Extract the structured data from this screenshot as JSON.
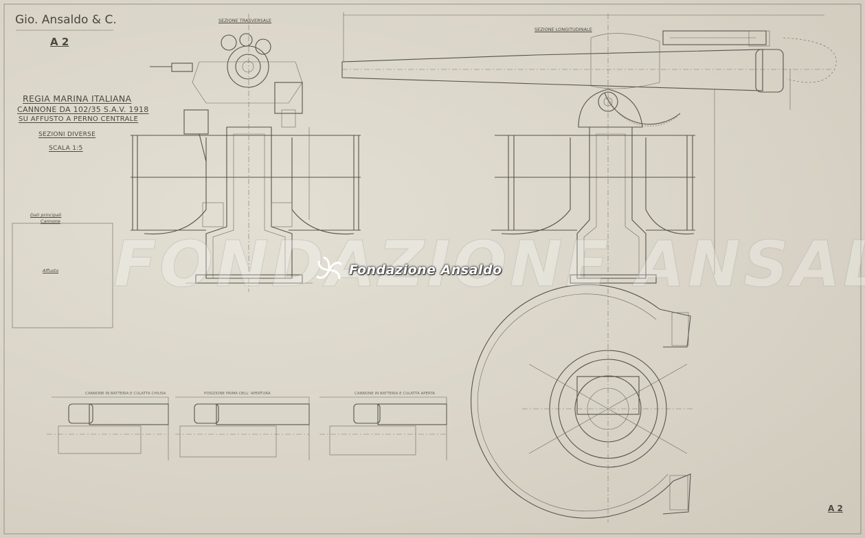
{
  "header": {
    "company": "Gio. Ansaldo & C.",
    "sheet": "A 2"
  },
  "title_block": {
    "line1": "REGIA MARINA ITALIANA",
    "line2": "CANNONE DA 102/35 S.A.V. 1918",
    "line3": "SU AFFUSTO A PERNO CENTRALE",
    "line4": "SEZIONI DIVERSE",
    "line5": "SCALA 1:5"
  },
  "views": {
    "transverse": "SEZIONE TRASVERSALE",
    "longitudinal": "SEZIONE LONGITUDINALE",
    "small1": "CANNONE IN BATTERIA E CULATTA CHIUSA",
    "small2": "POSIZIONE PRIMA DELL' APERTURA",
    "small3": "CANNONE IN BATTERIA E CULATTA APERTA"
  },
  "table": {
    "title": "Dati principali",
    "sec1": "Cannone",
    "sec2": "Affusto"
  },
  "watermark": {
    "text": "FONDAZIONE ANSALDO",
    "logo": "Fondazione Ansaldo"
  },
  "corner_mark": "A 2",
  "icons": {
    "logo": "ansaldo-swirl-logo-icon"
  }
}
